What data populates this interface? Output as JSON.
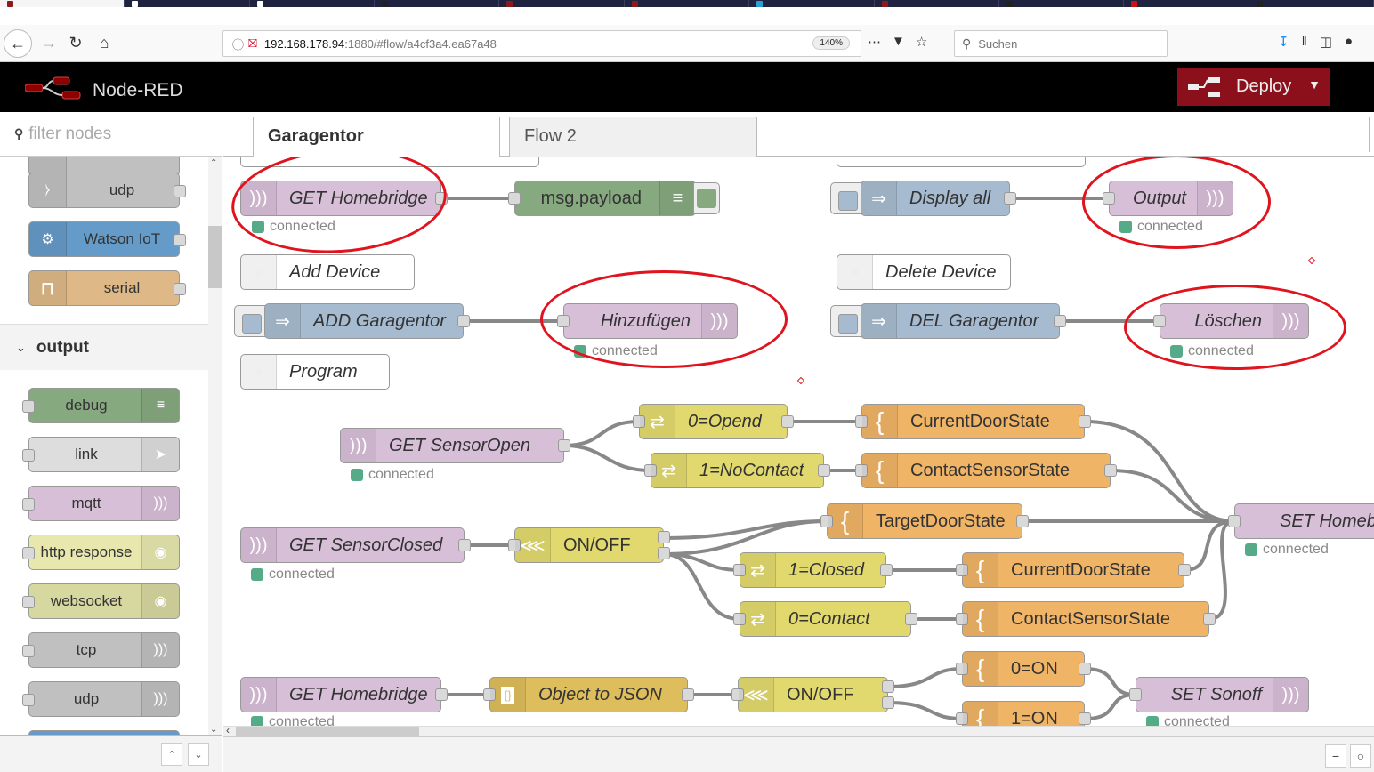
{
  "browser": {
    "tab_favicon_colors": [
      "#8b1a1a",
      "#ffffff",
      "#ffffff",
      "#222222",
      "#8b1a1a",
      "#8b1a1a",
      "#2a9fd6",
      "#8b1a1a",
      "#222222",
      "#cc1111",
      "#222222"
    ],
    "url_host": "192.168.178.94",
    "url_path": ":1880/#flow/a4cf3a4.ea67a48",
    "zoom_level": "140%",
    "search_placeholder": "Suchen"
  },
  "app": {
    "title": "Node-RED",
    "deploy_label": "Deploy",
    "accent": "#8c101c"
  },
  "palette": {
    "filter_placeholder": "filter nodes",
    "input_nodes": [
      {
        "label": "udp",
        "icon": "bridge-icon",
        "color": "#c0c0c0"
      },
      {
        "label": "Watson IoT",
        "icon": "chip-icon",
        "color": "#659bc8"
      },
      {
        "label": "serial",
        "icon": "serial-icon",
        "color": "#deb887"
      }
    ],
    "output_category": "output",
    "output_nodes": [
      {
        "label": "debug",
        "icon": "debug-icon",
        "color": "#87a980"
      },
      {
        "label": "link",
        "icon": "link-out-icon",
        "color": "#dddddd"
      },
      {
        "label": "mqtt",
        "icon": "bridge-icon",
        "color": "#d8bfd8"
      },
      {
        "label": "http response",
        "icon": "globe-icon",
        "color": "#e7e7ae"
      },
      {
        "label": "websocket",
        "icon": "globe-icon",
        "color": "#d7d7a0"
      },
      {
        "label": "tcp",
        "icon": "bridge-icon",
        "color": "#c0c0c0"
      },
      {
        "label": "udp",
        "icon": "bridge-icon",
        "color": "#c0c0c0"
      }
    ]
  },
  "workspace": {
    "tabs": [
      {
        "label": "Garagentor",
        "active": true
      },
      {
        "label": "Flow 2",
        "active": false
      }
    ],
    "nodes": {
      "get_homebridge_1": {
        "label": "GET Homebridge",
        "status": "connected"
      },
      "msg_payload": {
        "label": "msg.payload"
      },
      "display_all": {
        "label": "Display all"
      },
      "output": {
        "label": "Output",
        "status": "connected"
      },
      "add_device": {
        "label": "Add Device"
      },
      "delete_device": {
        "label": "Delete Device"
      },
      "add_garagentor": {
        "label": "ADD Garagentor"
      },
      "hinzufuegen": {
        "label": "Hinzufügen",
        "status": "connected"
      },
      "del_garagentor": {
        "label": "DEL Garagentor"
      },
      "loeschen": {
        "label": "Löschen",
        "status": "connected"
      },
      "program": {
        "label": "Program"
      },
      "get_sensoropen": {
        "label": "GET SensorOpen",
        "status": "connected"
      },
      "opend": {
        "label": "0=Opend"
      },
      "nocontact": {
        "label": "1=NoContact"
      },
      "currentdoorstate_1": {
        "label": "CurrentDoorState"
      },
      "contactsensorstate_1": {
        "label": "ContactSensorState"
      },
      "get_sensorclosed": {
        "label": "GET SensorClosed",
        "status": "connected"
      },
      "onoff_1": {
        "label": "ON/OFF"
      },
      "targetdoorstate": {
        "label": "TargetDoorState"
      },
      "closed": {
        "label": "1=Closed"
      },
      "contact": {
        "label": "0=Contact"
      },
      "currentdoorstate_2": {
        "label": "CurrentDoorState"
      },
      "contactsensorstate_2": {
        "label": "ContactSensorState"
      },
      "set_homebridge": {
        "label": "SET Homebridge",
        "status": "connected"
      },
      "get_homebridge_2": {
        "label": "GET Homebridge",
        "status": "connected"
      },
      "object_to_json": {
        "label": "Object to JSON"
      },
      "onoff_2": {
        "label": "ON/OFF"
      },
      "zero_on": {
        "label": "0=ON"
      },
      "one_on": {
        "label": "1=ON"
      },
      "set_sonoff": {
        "label": "SET Sonoff",
        "status": "connected"
      }
    },
    "annotation_color": "#e0141e",
    "status_color": "#55aa88"
  }
}
